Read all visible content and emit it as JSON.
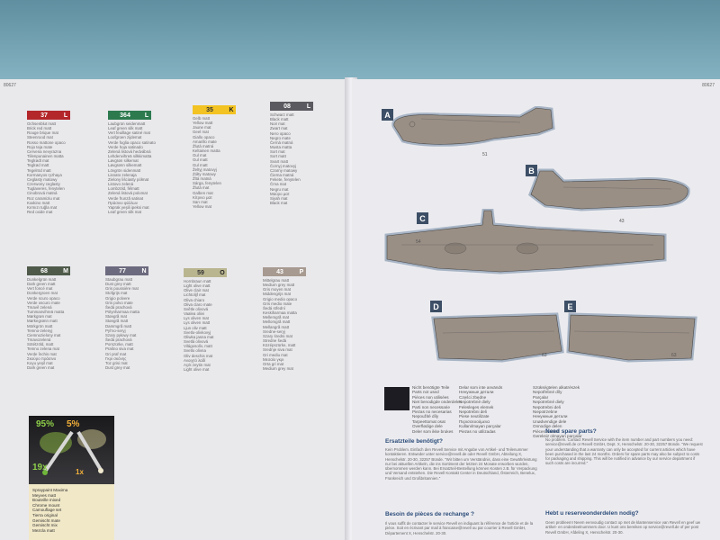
{
  "page_numbers": {
    "left": "80627",
    "right": "80627"
  },
  "paints": [
    {
      "code": "37",
      "letter": "L",
      "color": "#b3262a",
      "names": [
        "Ochsenblut matt",
        "Brick red matt",
        "Rouge brique mat",
        "Steenrood mat",
        "Rosso mattone opaco",
        "Rojo teja mate",
        "Cervena nevyrazna",
        "Tiilenpunainen matta",
        "Teglrødt mat",
        "Teglrød matt",
        "Tegelröd matt",
        "Kormanyos ryzhaya",
        "Ceglasty matowy",
        "Czerwony ceglasty",
        "Tuglaveres, fenytelen",
        "Cinobrová matná",
        "Roz caramiziu mat",
        "Koкkino matt",
        "Kırmızı tuğla mat",
        "Red oxide mat"
      ]
    },
    {
      "code": "364",
      "letter": "L",
      "color": "#2c7a4e",
      "names": [
        "Laubgrün seidenmatt",
        "Leaf green silk matt",
        "Vert feuillage satiné mat",
        "Loofgroen zijdemat",
        "Verde foglia opaco satinato",
        "Verde hoja satinado",
        "Zelená listová hedvábná",
        "Lehdenvihreä silkkimatta",
        "Løvgrøn silkemat",
        "Løvgrønn silkematt",
        "Lövgrön sidenmatt",
        "Lisnato zelenaja",
        "Zielony liściasty półmat",
        "Listovo zelená",
        "Lombzöld, félmatt",
        "Zelená listová polomat",
        "Verde frunză satinat",
        "Πράσινο φύλλων",
        "Yaprak yeşili ipeksi mat",
        "Leaf green silk mat"
      ]
    },
    {
      "code": "35",
      "letter": "K",
      "color": "#f2c322",
      "names": [
        "Gelb matt",
        "Yellow matt",
        "Jaune mat",
        "Geel mat",
        "Giallo opaco",
        "Amarillo mate",
        "Žlutá matná",
        "Keltainen matta",
        "Gul mat",
        "Gul matt",
        "Gul matt",
        "Želtyj matovyj",
        "Żółty matowy",
        "Žltá matná",
        "Sárga, fenytelen",
        "Žlutá mat",
        "Galben mat",
        "Κίτρινο ματ",
        "Sarı mat",
        "Yellow mat"
      ]
    },
    {
      "code": "08",
      "letter": "L",
      "color": "#5a5a60",
      "names": [
        "Schwarz matt",
        "Black matt",
        "Noir mat",
        "Zwart mat",
        "Nero opaco",
        "Negro mate",
        "Černá matná",
        "Musta matta",
        "Sort mat",
        "Sort matt",
        "Svart matt",
        "Čornyj matovyj",
        "Czarny matowy",
        "Čierna matná",
        "Fekete, fenytelen",
        "Črna mat",
        "Negru mat",
        "Μαύρο ματ",
        "Siyah mat",
        "Black mat"
      ]
    },
    {
      "code": "68",
      "letter": "M",
      "color": "#4f5a4a",
      "names": [
        "Dunkelgrün matt",
        "Dark green matt",
        "Vert foncé mat",
        "Donkergroen mat",
        "Verde scuro opaco",
        "Verde oscuro mate",
        "Tmavě zelená",
        "Tummanvihreä matta",
        "Mørkgrøn mat",
        "Mørkegrønn matt",
        "Mörkgrön matt",
        "Temno-zelenyj",
        "Ciemnozielony mat",
        "Tmavozelená",
        "Sötétzöld, matt",
        "Temno zelena mat",
        "Verde închis mat",
        "Σκούρο πράσινο",
        "Koyu yeşil mat",
        "Dark green mat"
      ]
    },
    {
      "code": "77",
      "letter": "N",
      "color": "#6c6a7e",
      "names": [
        "Staubgrau matt",
        "Dust grey matt",
        "Gris poussière mat",
        "Stofgrijs mat",
        "Grigio polvere",
        "Gris polvo mate",
        "Šedá prachová",
        "Pölynharmaa matta",
        "Støvgrå mat",
        "Støvgrå matt",
        "Dammgrå matt",
        "Pyl'no-seryj",
        "Szary pyłowy mat",
        "Šedá prachová",
        "Porszürke, matt",
        "Prašno siva mat",
        "Gri praf mat",
        "Γκρι σκόνης",
        "Toz grisi mat",
        "Dust grey mat"
      ]
    },
    {
      "code": "59",
      "letter": "O",
      "color": "#b9b58f",
      "names": [
        "Hornbraun matt",
        "Light olive matt",
        "Olive clair mat",
        "Lichtolijf mat",
        "Oliva chiaro",
        "Oliva claro mate",
        "Světle olivová",
        "Vaalea oliivi",
        "Lys oliven mat",
        "Lys oliven matt",
        "Ljus oliv matt",
        "Svetlo-olivkovyj",
        "Oliwka jasna mat",
        "Svetlá olivová",
        "Világosolív, matt",
        "Svetlo olivna",
        "Oliv deschis mat",
        "Ανοιχτό λαδί",
        "Açık zeytin mat",
        "Light olive mat"
      ]
    },
    {
      "code": "43",
      "letter": "P",
      "color": "#a79a90",
      "names": [
        "Mittelgrau matt",
        "Medium grey matt",
        "Gris moyen mat",
        "Middengrijs mat",
        "Grigio medio opaco",
        "Gris medio mate",
        "Šedá střední",
        "Keskiharmaa matta",
        "Mellemgrå mat",
        "Mellomgrå matt",
        "Mellangrå matt",
        "Sredne-seryj",
        "Szary średni mat",
        "Stredne šedá",
        "Középszürke, matt",
        "Srednje siva mat",
        "Gri mediu mat",
        "Μεσαίο γκρι",
        "Orta gri mat",
        "Medium grey mat"
      ]
    }
  ],
  "views": [
    {
      "letter": "A",
      "number": "51"
    },
    {
      "letter": "B",
      "number": "43"
    },
    {
      "letter": "C",
      "number": "54"
    },
    {
      "letter": "D",
      "number": "63"
    },
    {
      "letter": "E",
      "number": "63"
    }
  ],
  "legend_left": [
    "Nicht benötigte Teile",
    "Parts not used",
    "Pièces non utilisées",
    "Niet benodigde onderdelen",
    "Parti non necessarie",
    "Piezas no necesarias",
    "Nepoužité díly",
    "Tarpeettomat osat",
    "Overflødige dele",
    "Deler som ikke brukes",
    "Delar som inte används",
    "Ненужные детали",
    "Części zbędne",
    "Nepotrebné diely",
    "Felesleges elemek",
    "Nepotrebni deli",
    "Piese neutilizate",
    "Περισσευούμενα",
    "Kullanılmayan parçalar",
    "Piezas no utilizadas"
  ],
  "legend_right": [
    "Szükségtelen alkatrészek",
    "Nepotřebné díly",
    "Parçalar",
    "Nepotrebné diely",
    "Nepotrebni deli",
    "Niepotrzebne",
    "Ненужные детали",
    "Unødvendige dele",
    "Onnodige delen",
    "Pièces inutiles",
    "Gereksiz olmayan parçalar"
  ],
  "mixing": {
    "pct_left": "95%",
    "pct_right": "5%",
    "ratio_left": "19x",
    "ratio_right": "1x",
    "items": [
      "Spraypaint Maxima",
      "Meyves matt",
      "Bouteille mixed",
      "Chrome mount",
      "Camouflage set",
      "Tierra original",
      "Gemischt mate",
      "Gemischt mix",
      "Mezcla matt"
    ]
  },
  "sections": {
    "de_title": "Ersatzteile benötigt?",
    "de_body": "Kein Problem. Einfach den Revell Service mit Angabe von Artikel- und Teilenummer kontaktieren. Entweder unter service@revell.de oder Revell GmbH, Abteilung X, Henschelstr. 20-30, 32257 Bünde. \"Wir bitten um Verständnis, dass eine Gewährleistung nur bei aktuellen Artikeln, die ins Sortiment der letzten 24 Monate erworben wurden, übernommen werden kann. Bei Ersatzteil-Bestellung können Kosten z.B. für Verpackung und Versand entstehen. Die Revell Kontakt Center in Deutschland, Österreich, Benelux, Frankreich und Großbritannien.\"",
    "fr_title": "Besoin de pièces de rechange ?",
    "fr_body": "Il vous suffit de contacter le service Revell en indiquant la référence de l'article et de la pièce. Soit en écrivant par mail à francaise@revell ou par courrier à Revell GmbH, Département X, Henschelstr. 20-30.",
    "en_title": "Need spare parts?",
    "en_body": "No problem. Contact Revell Service with the item number and part numbers you need: service@revell.de or Revell GmbH, Dept. X, Henschelstr. 20-30, 32257 Bünde. \"We request your understanding that a warranty can only be accepted for current articles which have been purchased in the last 24 months. Orders for spare parts may also be subject to costs for packaging and shipping. This will be notified in advance by our service department if such costs are incurred.\"",
    "nl_title": "Hebt u reserveonderdelen nodig?",
    "nl_body": "Geen probleem! Neem eenvoudig contact op met de klantenservice van Revell en geef uw artikel- en onderdeelnummers door. U kunt ons bereiken op service@revell.de of per post Revell GmbH, Afdeling X, Henschelstr. 20-30."
  }
}
